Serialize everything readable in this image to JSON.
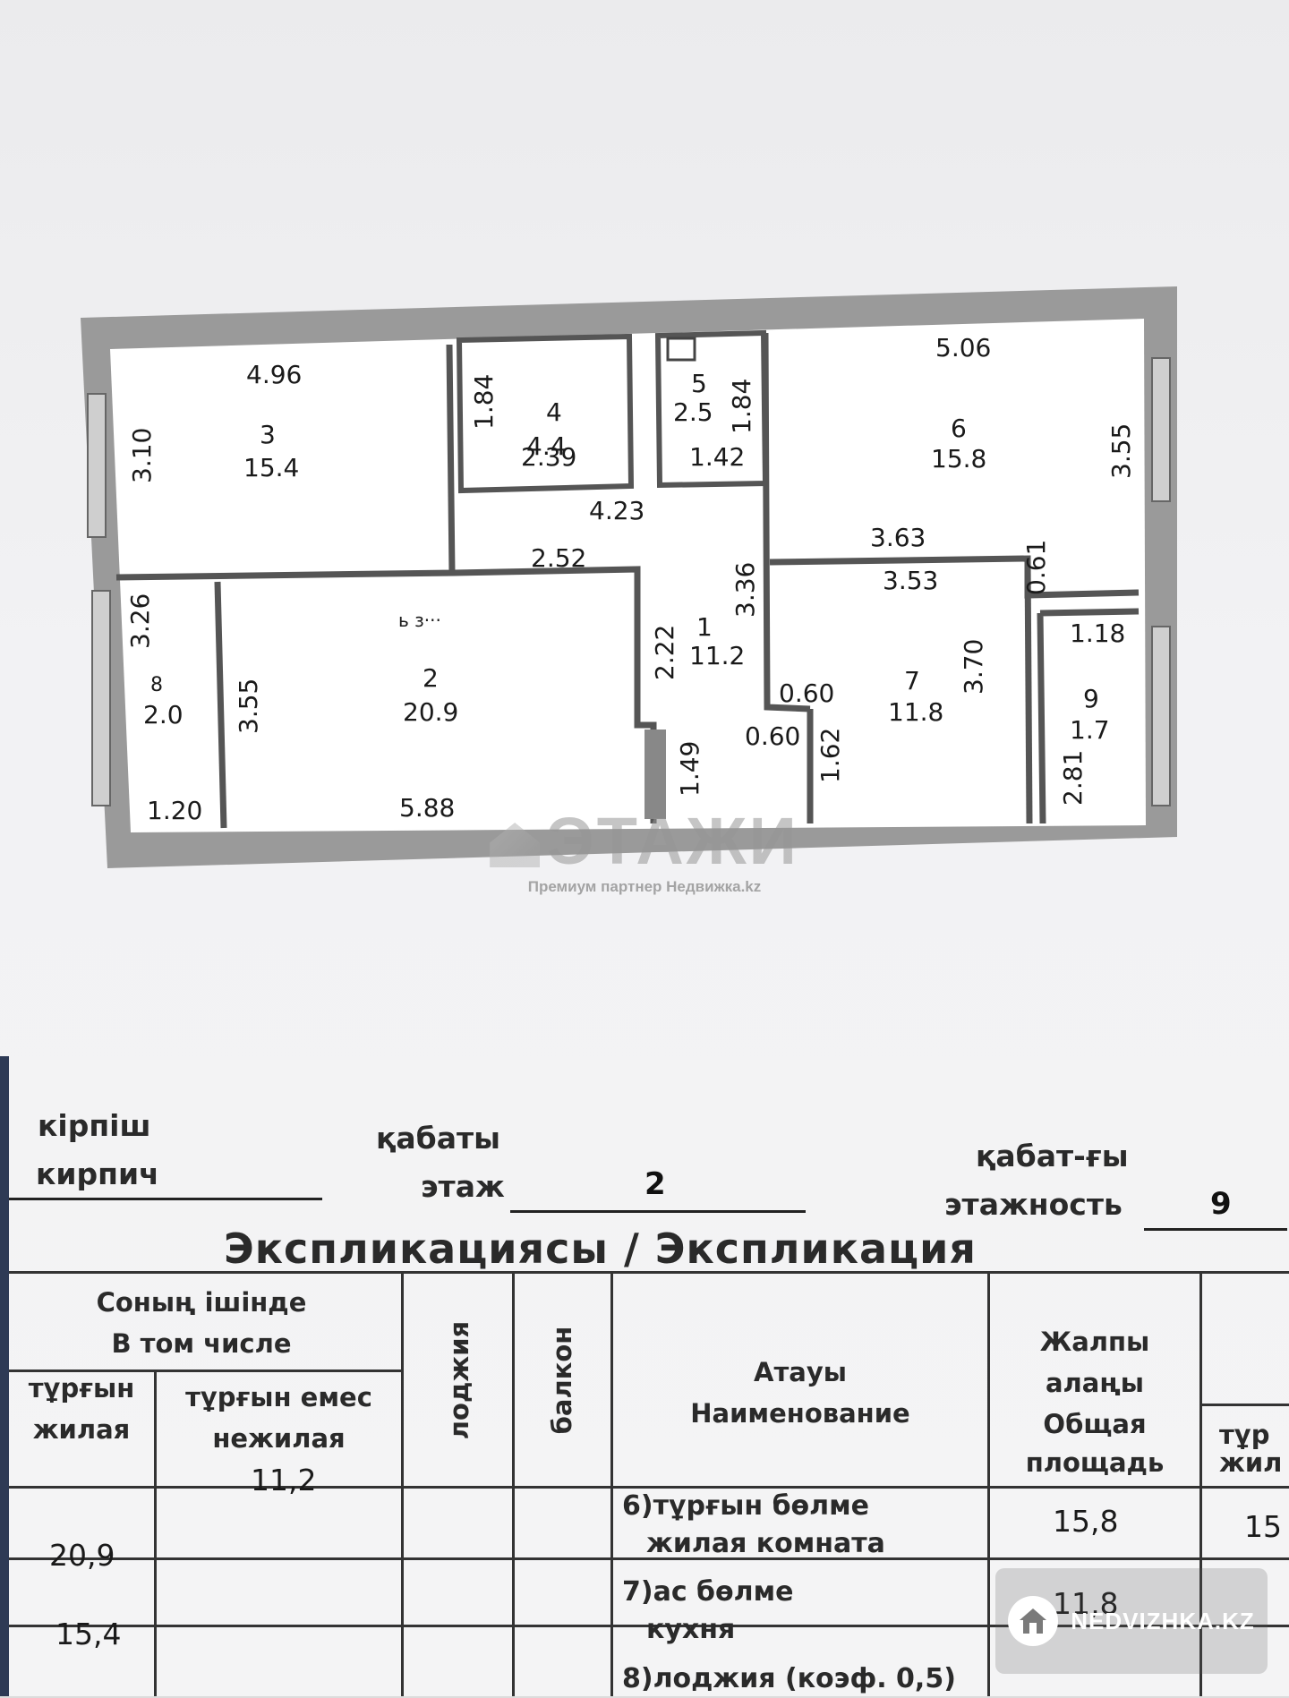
{
  "plan": {
    "rooms": [
      {
        "number": "1",
        "area": "11.2"
      },
      {
        "number": "2",
        "area": "20.9"
      },
      {
        "number": "3",
        "area": "15.4"
      },
      {
        "number": "4",
        "area": "4.4"
      },
      {
        "number": "5",
        "area": "2.5"
      },
      {
        "number": "6",
        "area": "15.8"
      },
      {
        "number": "7",
        "area": "11.8"
      },
      {
        "number": "8",
        "area": "2.0"
      },
      {
        "number": "9",
        "area": "1.7"
      }
    ],
    "dimensions": [
      "4.96",
      "3.10",
      "1.84",
      "2.39",
      "1.84",
      "1.42",
      "5.06",
      "3.55",
      "4.23",
      "2.52",
      "3.36",
      "3.63",
      "3.53",
      "0.61",
      "3.26",
      "3.55",
      "2.22",
      "0.60",
      "0.60",
      "3.70",
      "1.18",
      "1.62",
      "1.49",
      "2.81",
      "1.20",
      "5.88"
    ]
  },
  "watermark": {
    "logo": "ЭТАЖИ",
    "subtitle": "Премиум партнер Недвижка.kz"
  },
  "header": {
    "material_kz": "кірпіш",
    "material_ru": "кирпич",
    "floor_kz": "қабаты",
    "floor_ru": "этаж",
    "floor_value": "2",
    "floors_kz": "қабат-ғы",
    "floors_ru": "этажность",
    "floors_value": "9"
  },
  "table": {
    "title": "Экспликациясы / Экспликация",
    "headers": {
      "including_kz": "Соның ішінде",
      "including_ru": "В том числе",
      "living_kz": "тұрғын",
      "living_ru": "жилая",
      "nonliving_kz": "тұрғын емес",
      "nonliving_ru": "нежилая",
      "loggia": "лоджия",
      "balcony": "балкон",
      "name_kz": "Атауы",
      "name_ru": "Наименование",
      "total_kz1": "Жалпы",
      "total_kz2": "алаңы",
      "total_ru1": "Общая",
      "total_ru2": "площадь",
      "living_cut1": "тұр",
      "living_cut2": "жил"
    },
    "rows": [
      {
        "living": "",
        "nonliving": "11,2",
        "name1": "6)тұрғын бөлме",
        "name2": "жилая комната",
        "total": "15,8",
        "living2": "15"
      },
      {
        "living": "20,9",
        "nonliving": "",
        "name1": "7)ас бөлме",
        "name2": "кухня",
        "total": "11,8",
        "living2": ""
      },
      {
        "living": "15,4",
        "nonliving": "",
        "name1": "8)лоджия (коэф. 0,5)",
        "name2": "",
        "total": "",
        "living2": ""
      }
    ]
  },
  "badge": {
    "text": "NEDVIZHKA.KZ",
    "icon": "house-icon"
  }
}
